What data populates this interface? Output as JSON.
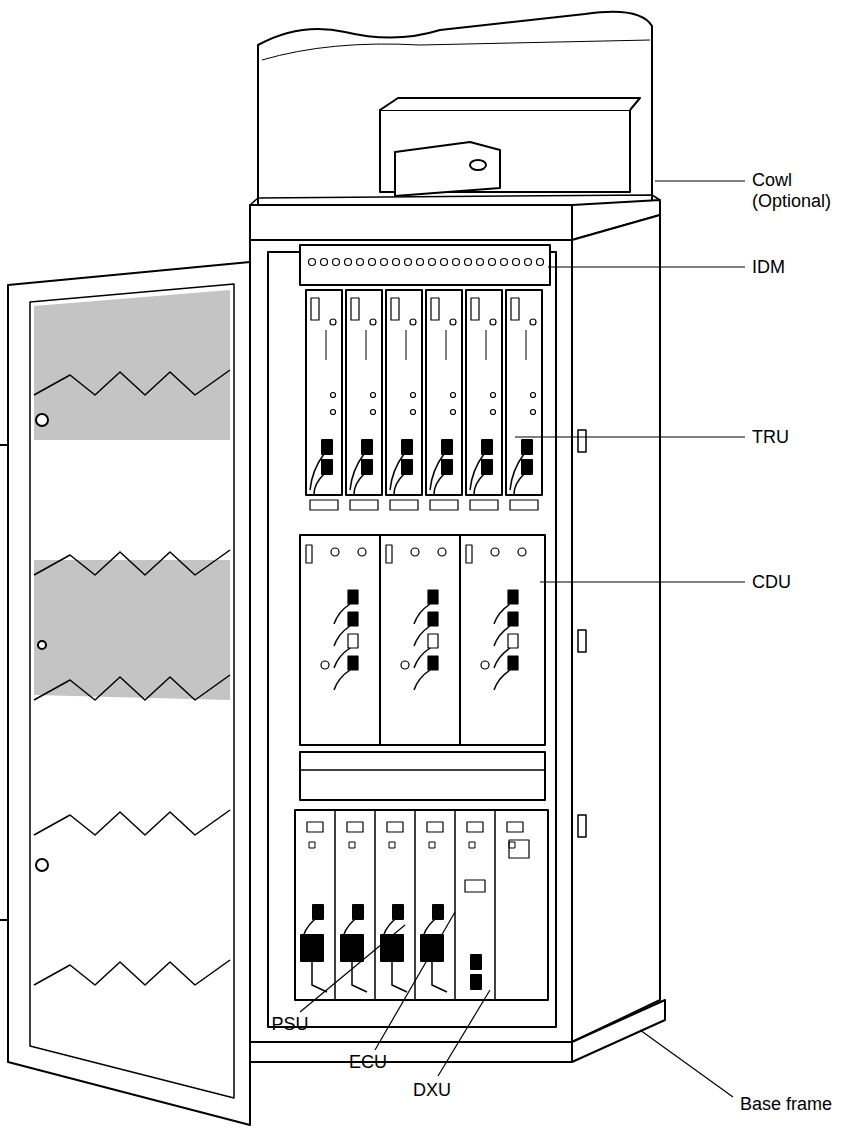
{
  "diagram": {
    "labels": [
      "Cowl (Optional)",
      "IDM",
      "TRU",
      "CDU",
      "PSU",
      "ECU",
      "DXU",
      "Base frame"
    ]
  }
}
